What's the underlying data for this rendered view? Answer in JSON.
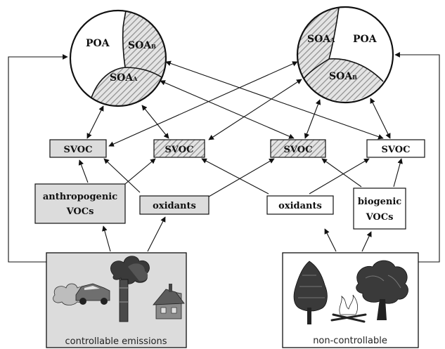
{
  "particles": {
    "left": {
      "poa": "POA",
      "soa_b_main": "SOA",
      "soa_b_sub": "B",
      "soa_a_main": "SOA",
      "soa_a_sub": "A"
    },
    "right": {
      "soa_a_main": "SOA",
      "soa_a_sub": "A",
      "poa": "POA",
      "soa_b_main": "SOA",
      "soa_b_sub": "B"
    }
  },
  "svoc_boxes": [
    "SVOC",
    "SVOC",
    "SVOC",
    "SVOC"
  ],
  "anthropogenic": {
    "line1": "anthropogenic",
    "line2": "VOCs"
  },
  "oxidants_left": "oxidants",
  "oxidants_right": "oxidants",
  "biogenic": {
    "line1": "biogenic",
    "line2": "VOCs"
  },
  "captions": {
    "controllable": "controllable emissions",
    "noncontrollable": "non-controllable"
  },
  "colors": {
    "shaded": "#dcdcdc",
    "hatch": "#9a9a9a",
    "stroke": "#111111"
  }
}
